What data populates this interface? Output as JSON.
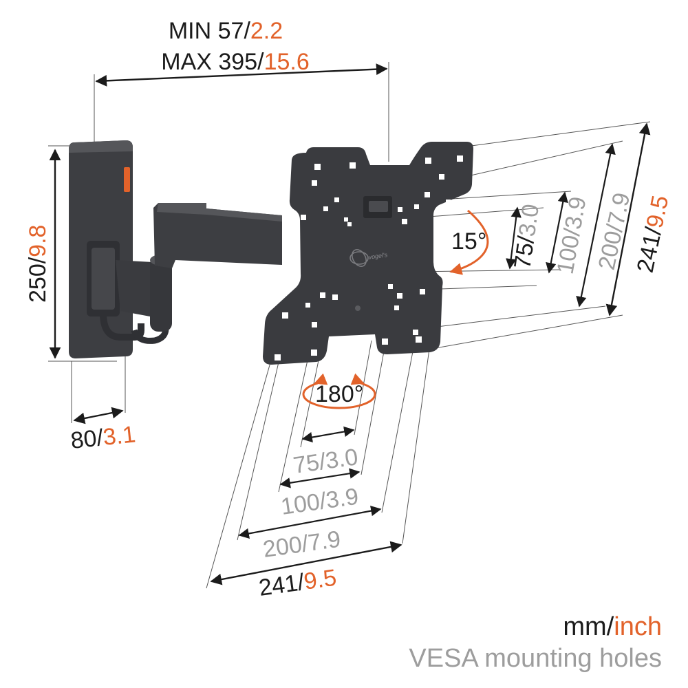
{
  "colors": {
    "dark": "#1b1b1b",
    "accent": "#e2622a",
    "grey": "#9d9d9d",
    "mount": "#3d3e42"
  },
  "top_dims": {
    "min_mm": "MIN 57",
    "min_in": "2.2",
    "max_mm": "MAX 395",
    "max_in": "15.6"
  },
  "left_dim": {
    "mm": "250",
    "in": "9.8"
  },
  "depth_dim": {
    "mm": "80",
    "in": "3.1"
  },
  "tilt": {
    "label": "15°"
  },
  "swivel": {
    "label": "180°"
  },
  "vertical_vesa": [
    {
      "mm": "75",
      "in": "3.0"
    },
    {
      "mm": "100",
      "in": "3.9"
    },
    {
      "mm": "200",
      "in": "7.9"
    },
    {
      "mm": "241",
      "in": "9.5"
    }
  ],
  "horizontal_vesa": [
    {
      "mm": "75",
      "in": "3.0"
    },
    {
      "mm": "100",
      "in": "3.9"
    },
    {
      "mm": "200",
      "in": "7.9"
    },
    {
      "mm": "241",
      "in": "9.5"
    }
  ],
  "separator": "/",
  "brand_logo": "vogel's",
  "legend": {
    "units_mm": "mm",
    "units_in": "inch",
    "vesa": "VESA mounting holes"
  }
}
